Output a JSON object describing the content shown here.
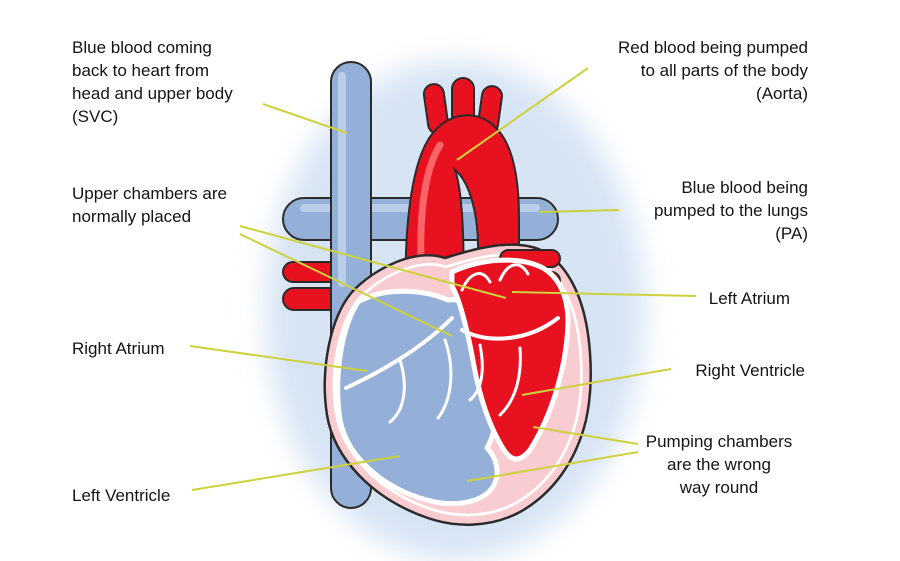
{
  "diagram": {
    "type": "heart-anatomy-diagram",
    "colors": {
      "background": "#ffffff",
      "leader_line": "#cdd13c",
      "blue_blood": "#94b0d8",
      "red_blood": "#e8111f",
      "heart_wall_pink": "#f8ccd0",
      "glow_blue": "#d7e4f4",
      "outline": "#2b2b2b"
    },
    "labels": [
      {
        "name": "svc",
        "lines": [
          "Blue blood coming",
          "back to heart from",
          "head and upper body",
          "(SVC)"
        ]
      },
      {
        "name": "aorta",
        "lines": [
          "Red blood being pumped",
          "to all parts of the body",
          "(Aorta)"
        ]
      },
      {
        "name": "pa",
        "lines": [
          "Blue blood being",
          "pumped to the lungs",
          "(PA)"
        ]
      },
      {
        "name": "left-atrium",
        "lines": [
          "Left Atrium"
        ]
      },
      {
        "name": "upper-chambers",
        "lines": [
          "Upper chambers are",
          "normally placed"
        ]
      },
      {
        "name": "right-atrium",
        "lines": [
          "Right Atrium"
        ]
      },
      {
        "name": "right-ventricle",
        "lines": [
          "Right Ventricle"
        ]
      },
      {
        "name": "pumping-chambers",
        "lines": [
          "Pumping chambers",
          "are the wrong",
          "way round"
        ]
      },
      {
        "name": "left-ventricle",
        "lines": [
          "Left Ventricle"
        ]
      }
    ]
  }
}
